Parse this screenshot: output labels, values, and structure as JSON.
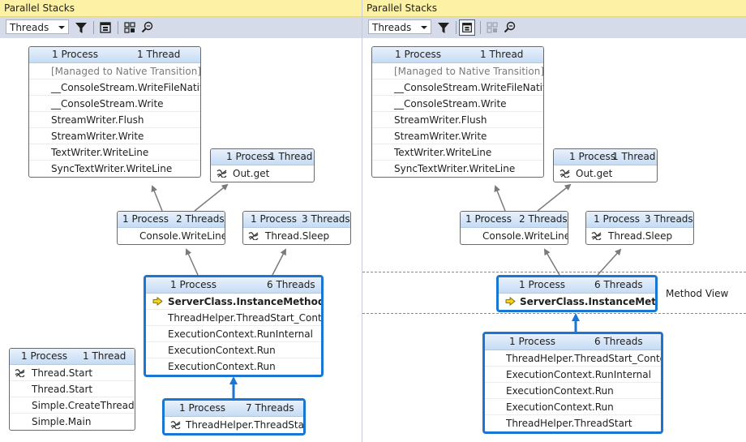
{
  "left": {
    "title": "Parallel Stacks",
    "view_select": "Threads",
    "nodes": {
      "top": {
        "process": "1 Process",
        "threads": "1 Thread",
        "frames": [
          "[Managed to Native Transition]",
          "__ConsoleStream.WriteFileNative",
          "__ConsoleStream.Write",
          "StreamWriter.Flush",
          "StreamWriter.Write",
          "TextWriter.WriteLine",
          "SyncTextWriter.WriteLine"
        ]
      },
      "outget": {
        "process": "1 Process",
        "threads": "1 Thread",
        "frames": [
          "Out.get"
        ]
      },
      "console": {
        "process": "1 Process",
        "threads": "2 Threads",
        "frames": [
          "Console.WriteLine"
        ]
      },
      "sleep": {
        "process": "1 Process",
        "threads": "3 Threads",
        "frames": [
          "Thread.Sleep"
        ]
      },
      "server": {
        "process": "1 Process",
        "threads": "6 Threads",
        "frames": [
          "ServerClass.InstanceMethod",
          "ThreadHelper.ThreadStart_Context",
          "ExecutionContext.RunInternal",
          "ExecutionContext.Run",
          "ExecutionContext.Run"
        ]
      },
      "threadstart": {
        "process": "1 Process",
        "threads": "7 Threads",
        "frames": [
          "ThreadHelper.ThreadStart"
        ]
      },
      "main": {
        "process": "1 Process",
        "threads": "1 Thread",
        "frames": [
          "Thread.Start",
          "Thread.Start",
          "Simple.CreateThreads",
          "Simple.Main"
        ]
      }
    }
  },
  "right": {
    "title": "Parallel Stacks",
    "view_select": "Threads",
    "method_view_label": "Method View",
    "nodes": {
      "top": {
        "process": "1 Process",
        "threads": "1 Thread",
        "frames": [
          "[Managed to Native Transition]",
          "__ConsoleStream.WriteFileNative",
          "__ConsoleStream.Write",
          "StreamWriter.Flush",
          "StreamWriter.Write",
          "TextWriter.WriteLine",
          "SyncTextWriter.WriteLine"
        ]
      },
      "outget": {
        "process": "1 Process",
        "threads": "1 Thread",
        "frames": [
          "Out.get"
        ]
      },
      "console": {
        "process": "1 Process",
        "threads": "2 Threads",
        "frames": [
          "Console.WriteLine"
        ]
      },
      "sleep": {
        "process": "1 Process",
        "threads": "3 Threads",
        "frames": [
          "Thread.Sleep"
        ]
      },
      "method": {
        "process": "1 Process",
        "threads": "6 Threads",
        "frames": [
          "ServerClass.InstanceMethod"
        ]
      },
      "callers": {
        "process": "1 Process",
        "threads": "6 Threads",
        "frames": [
          "ThreadHelper.ThreadStart_Context",
          "ExecutionContext.RunInternal",
          "ExecutionContext.Run",
          "ExecutionContext.Run",
          "ThreadHelper.ThreadStart"
        ]
      }
    }
  },
  "colors": {
    "title_bar": "#fdf1a6",
    "toolbar": "#d6dbe9",
    "highlight_border": "#1976d2",
    "arrow": "#7a7a7a",
    "current_frame_arrow": "#f5d21b"
  },
  "icons": [
    "filter-icon",
    "toggle-method-view-icon",
    "auto-scroll-icon",
    "zoom-icon",
    "thread-switch-icon",
    "current-frame-arrow-icon"
  ]
}
